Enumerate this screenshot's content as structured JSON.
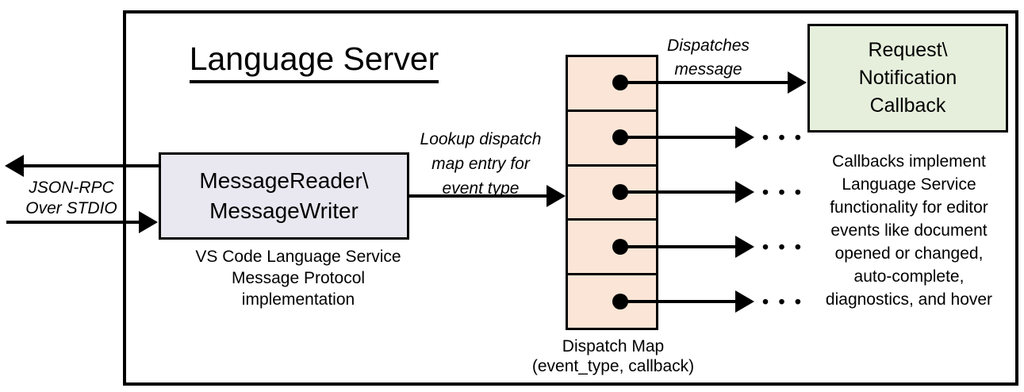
{
  "title": "Language Server",
  "stdio_label": {
    "lines": [
      "JSON-RPC",
      "Over STDIO"
    ]
  },
  "message_box": {
    "label_lines": [
      "MessageReader\\",
      "MessageWriter"
    ],
    "caption_lines": [
      "VS Code Language Service",
      "Message Protocol implementation"
    ],
    "fill": "#e9e7f0"
  },
  "lookup_label": {
    "lines": [
      "Lookup dispatch",
      "map entry for",
      "event type"
    ]
  },
  "dispatches_label": {
    "lines": [
      "Dispatches",
      "message"
    ]
  },
  "dispatch_map": {
    "cell_count": 5,
    "cell_fill": "#fbe5d6",
    "caption_lines": [
      "Dispatch Map",
      "(event_type, callback)"
    ],
    "ellipsis": "• • •"
  },
  "callback_box": {
    "label_lines": [
      "Request\\",
      "Notification",
      "Callback"
    ],
    "fill": "#e6efdc"
  },
  "callbacks_note": {
    "lines": [
      "Callbacks implement",
      "Language Service",
      "functionality for editor",
      "events like document",
      "opened or changed,",
      "auto-complete,",
      "diagnostics, and hover"
    ]
  }
}
